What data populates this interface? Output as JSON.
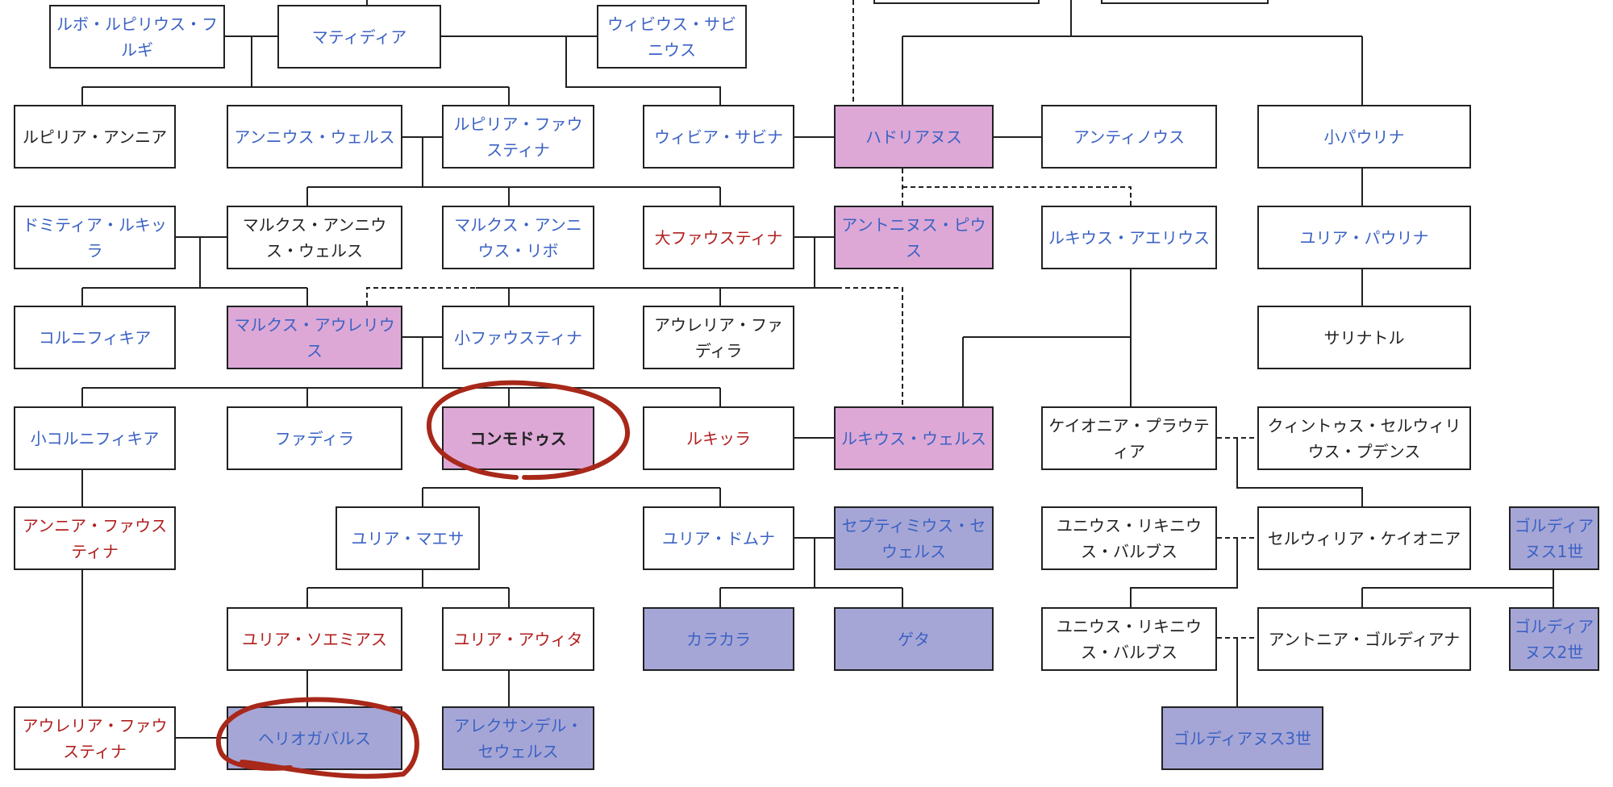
{
  "colors": {
    "link_blue": "#3b62c4",
    "red_link": "#b21e1e",
    "text": "#202122",
    "highlight_pink": "#dda8d6",
    "highlight_purple": "#a6a6d6",
    "annotation_red": "#a8281a"
  },
  "nodes": [
    "ルボ・ルピリウス・フルギ",
    "マティディア",
    "ウィビウス・サビニウス",
    "ルピリア・アンニア",
    "アンニウス・ウェルス",
    "ルピリア・ファウスティナ",
    "ウィビア・サビナ",
    "ハドリアヌス",
    "アンティノウス",
    "小パウリナ",
    "ドミティア・ルキッラ",
    "マルクス・アンニウス・ウェルス",
    "マルクス・アンニウス・リボ",
    "大ファウスティナ",
    "アントニヌス・ピウス",
    "ルキウス・アエリウス",
    "ユリア・パウリナ",
    "コルニフィキア",
    "マルクス・アウレリウス",
    "小ファウスティナ",
    "アウレリア・ファディラ",
    "サリナトル",
    "小コルニフィキア",
    "ファディラ",
    "コンモドゥス",
    "ルキッラ",
    "ルキウス・ウェルス",
    "ケイオニア・プラウティア",
    "クィントゥス・セルウィリウス・プデンス",
    "アンニア・ファウスティナ",
    "ユリア・マエサ",
    "ユリア・ドムナ",
    "セプティミウス・セウェルス",
    "ユニウス・リキニウス・バルブス",
    "セルウィリア・ケイオニア",
    "ゴルディアヌス1世",
    "ユリア・ソエミアス",
    "ユリア・アウィタ",
    "カラカラ",
    "ゲタ",
    "ユニウス・リキニウス・バルブス",
    "アントニア・ゴルディアナ",
    "ゴルディアヌス2世",
    "アウレリア・ファウスティナ",
    "ヘリオガバルス",
    "アレクサンデル・セウェルス",
    "ゴルディアヌス3世"
  ]
}
